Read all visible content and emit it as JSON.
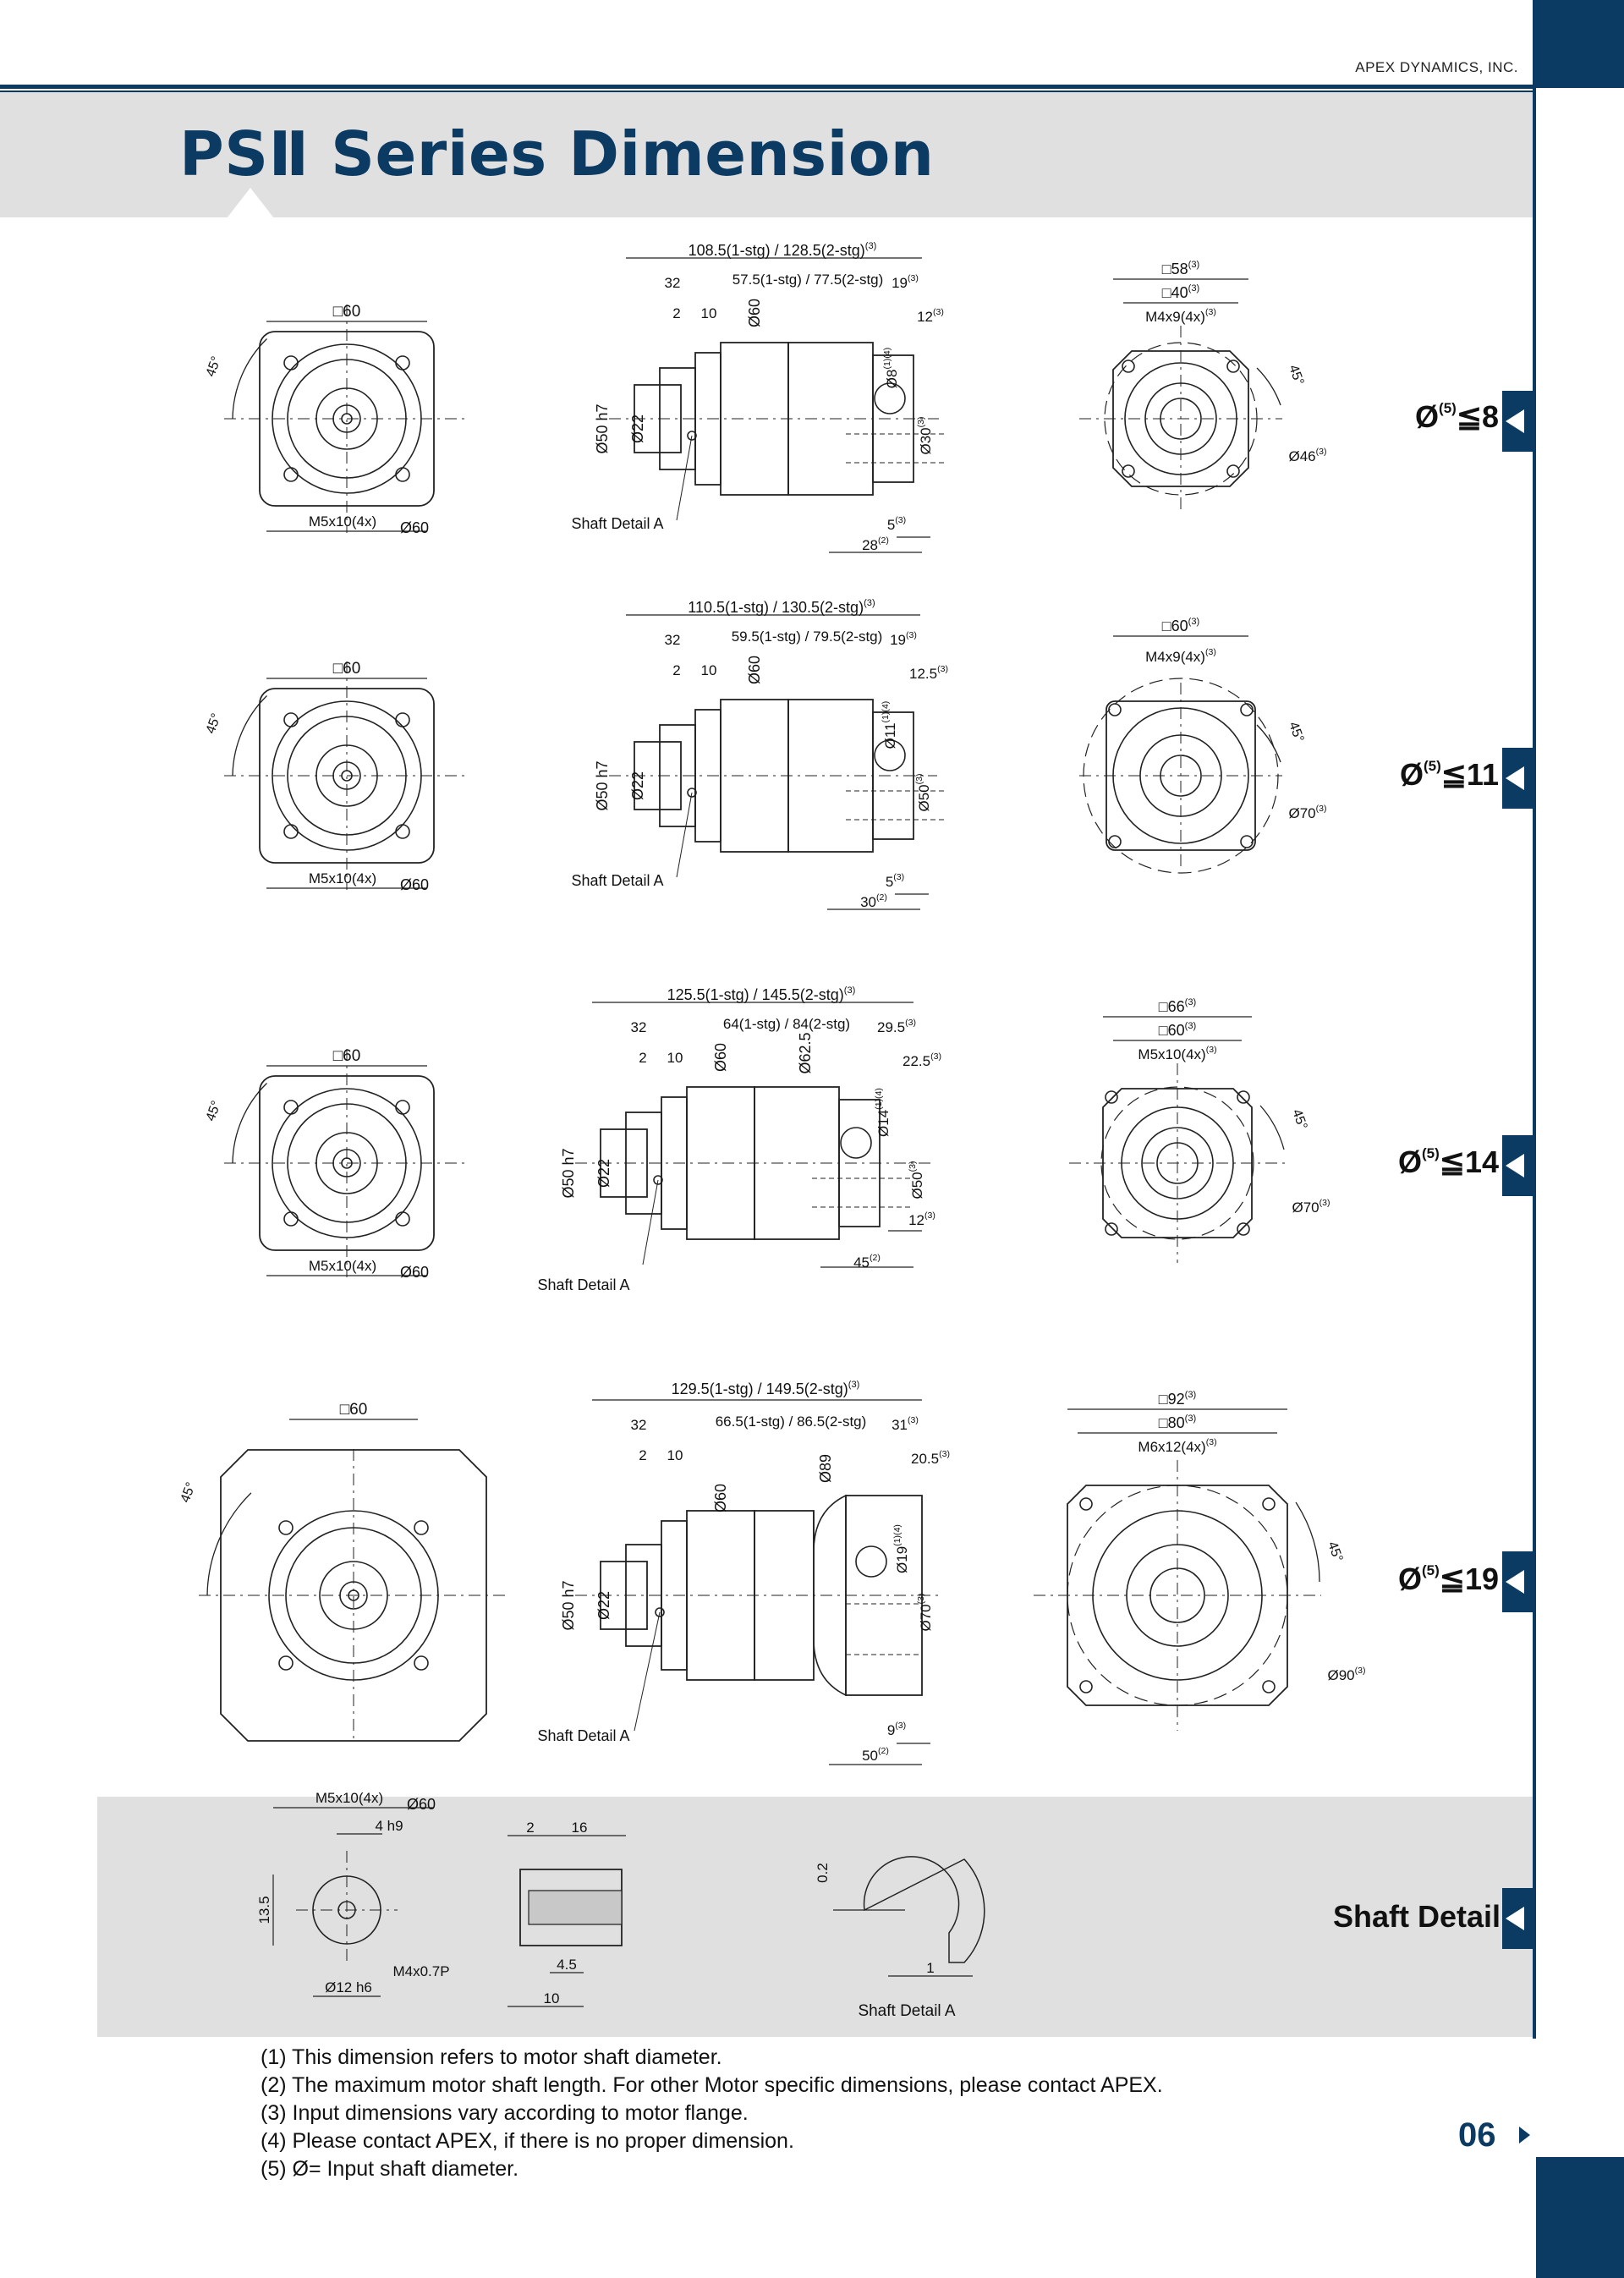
{
  "header": {
    "company": "APEX DYNAMICS, INC.",
    "title": "PSⅡ Series Dimension"
  },
  "rows": [
    {
      "range": {
        "prefix": "Ø",
        "sup": "(5)",
        "value": "≦8"
      },
      "front": {
        "square": "□60",
        "angle": "45°",
        "bolt": "M5x10(4x)",
        "pcd": "Ø60"
      },
      "side": {
        "overall": "108.5(1-stg) / 128.5(2-stg)",
        "overall_note": "(3)",
        "body": "57.5(1-stg) / 77.5(2-stg)",
        "d32": "32",
        "d19": "19",
        "d19_note": "(3)",
        "d12": "12",
        "d12_note": "(3)",
        "d2": "2",
        "d10": "10",
        "pilot": "Ø60",
        "shaft_od": "Ø50 h7",
        "shaft_d": "Ø22",
        "bore": "Ø8",
        "bore_note": "(1)(4)",
        "flange_d": "Ø30",
        "flange_note": "(3)",
        "d5": "5",
        "d5_note": "(3)",
        "d28": "28",
        "d28_note": "(2)",
        "detail": "Shaft Detail  A"
      },
      "back": {
        "outer": "□58",
        "outer_note": "(3)",
        "inner": "□40",
        "inner_note": "(3)",
        "tap": "M4x9(4x)",
        "tap_note": "(3)",
        "angle": "45°",
        "pcd": "Ø46",
        "pcd_note": "(3)"
      }
    },
    {
      "range": {
        "prefix": "Ø",
        "sup": "(5)",
        "value": "≦11"
      },
      "front": {
        "square": "□60",
        "angle": "45°",
        "bolt": "M5x10(4x)",
        "pcd": "Ø60"
      },
      "side": {
        "overall": "110.5(1-stg) / 130.5(2-stg)",
        "overall_note": "(3)",
        "body": "59.5(1-stg) / 79.5(2-stg)",
        "d32": "32",
        "d19": "19",
        "d19_note": "(3)",
        "d12": "12.5",
        "d12_note": "(3)",
        "d2": "2",
        "d10": "10",
        "pilot": "Ø60",
        "shaft_od": "Ø50 h7",
        "shaft_d": "Ø22",
        "bore": "Ø11",
        "bore_note": "(1)(4)",
        "flange_d": "Ø50",
        "flange_note": "(3)",
        "d5": "5",
        "d5_note": "(3)",
        "d28": "30",
        "d28_note": "(2)",
        "detail": "Shaft Detail  A"
      },
      "back": {
        "outer": "□60",
        "outer_note": "(3)",
        "inner": "",
        "inner_note": "",
        "tap": "M4x9(4x)",
        "tap_note": "(3)",
        "angle": "45°",
        "pcd": "Ø70",
        "pcd_note": "(3)"
      }
    },
    {
      "range": {
        "prefix": "Ø",
        "sup": "(5)",
        "value": "≦14"
      },
      "front": {
        "square": "□60",
        "angle": "45°",
        "bolt": "M5x10(4x)",
        "pcd": "Ø60"
      },
      "side": {
        "overall": "125.5(1-stg) / 145.5(2-stg)",
        "overall_note": "(3)",
        "body": "64(1-stg) / 84(2-stg)",
        "d32": "32",
        "d19": "29.5",
        "d19_note": "(3)",
        "d12": "22.5",
        "d12_note": "(3)",
        "d2": "2",
        "d10": "10",
        "pilot": "Ø60",
        "pilot2": "Ø62.5",
        "shaft_od": "Ø50 h7",
        "shaft_d": "Ø22",
        "bore": "Ø14",
        "bore_note": "(1)(4)",
        "flange_d": "Ø50",
        "flange_note": "(3)",
        "d5": "12",
        "d5_note": "(3)",
        "d28": "45",
        "d28_note": "(2)",
        "detail": "Shaft Detail  A"
      },
      "back": {
        "outer": "□66",
        "outer_note": "(3)",
        "inner": "□60",
        "inner_note": "(3)",
        "tap": "M5x10(4x)",
        "tap_note": "(3)",
        "angle": "45°",
        "pcd": "Ø70",
        "pcd_note": "(3)"
      }
    },
    {
      "range": {
        "prefix": "Ø",
        "sup": "(5)",
        "value": "≦19"
      },
      "front": {
        "square": "□60",
        "angle": "45°",
        "bolt": "M5x10(4x)",
        "pcd": "Ø60"
      },
      "side": {
        "overall": "129.5(1-stg) / 149.5(2-stg)",
        "overall_note": "(3)",
        "body": "66.5(1-stg) / 86.5(2-stg)",
        "d32": "32",
        "d19": "31",
        "d19_note": "(3)",
        "d12": "20.5",
        "d12_note": "(3)",
        "d2": "2",
        "d10": "10",
        "pilot": "Ø60",
        "pilot2": "Ø89",
        "shaft_od": "Ø50 h7",
        "shaft_d": "Ø22",
        "bore": "Ø19",
        "bore_note": "(1)(4)",
        "flange_d": "Ø70",
        "flange_note": "(3)",
        "d5": "9",
        "d5_note": "(3)",
        "d28": "50",
        "d28_note": "(2)",
        "detail": "Shaft Detail  A"
      },
      "back": {
        "outer": "□92",
        "outer_note": "(3)",
        "inner": "□80",
        "inner_note": "(3)",
        "tap": "M6x12(4x)",
        "tap_note": "(3)",
        "angle": "45°",
        "pcd": "Ø90",
        "pcd_note": "(3)"
      }
    }
  ],
  "shaft_detail": {
    "title": "Shaft Detail",
    "key": "4 h9",
    "height": "13.5",
    "thread": "M4x0.7P",
    "dia": "Ø12 h6",
    "len16": "16",
    "len2": "2",
    "len45": "4.5",
    "len10": "10",
    "gap": "0.2",
    "gap1": "1",
    "caption": "Shaft  Detail  A"
  },
  "notes": [
    "(1) This dimension refers to motor shaft diameter.",
    "(2) The maximum motor shaft length. For other Motor specific dimensions, please contact APEX.",
    "(3) Input dimensions vary according to motor flange.",
    "(4) Please contact APEX, if there is no proper dimension.",
    "(5) Ø= Input shaft diameter."
  ],
  "page_number": "06"
}
